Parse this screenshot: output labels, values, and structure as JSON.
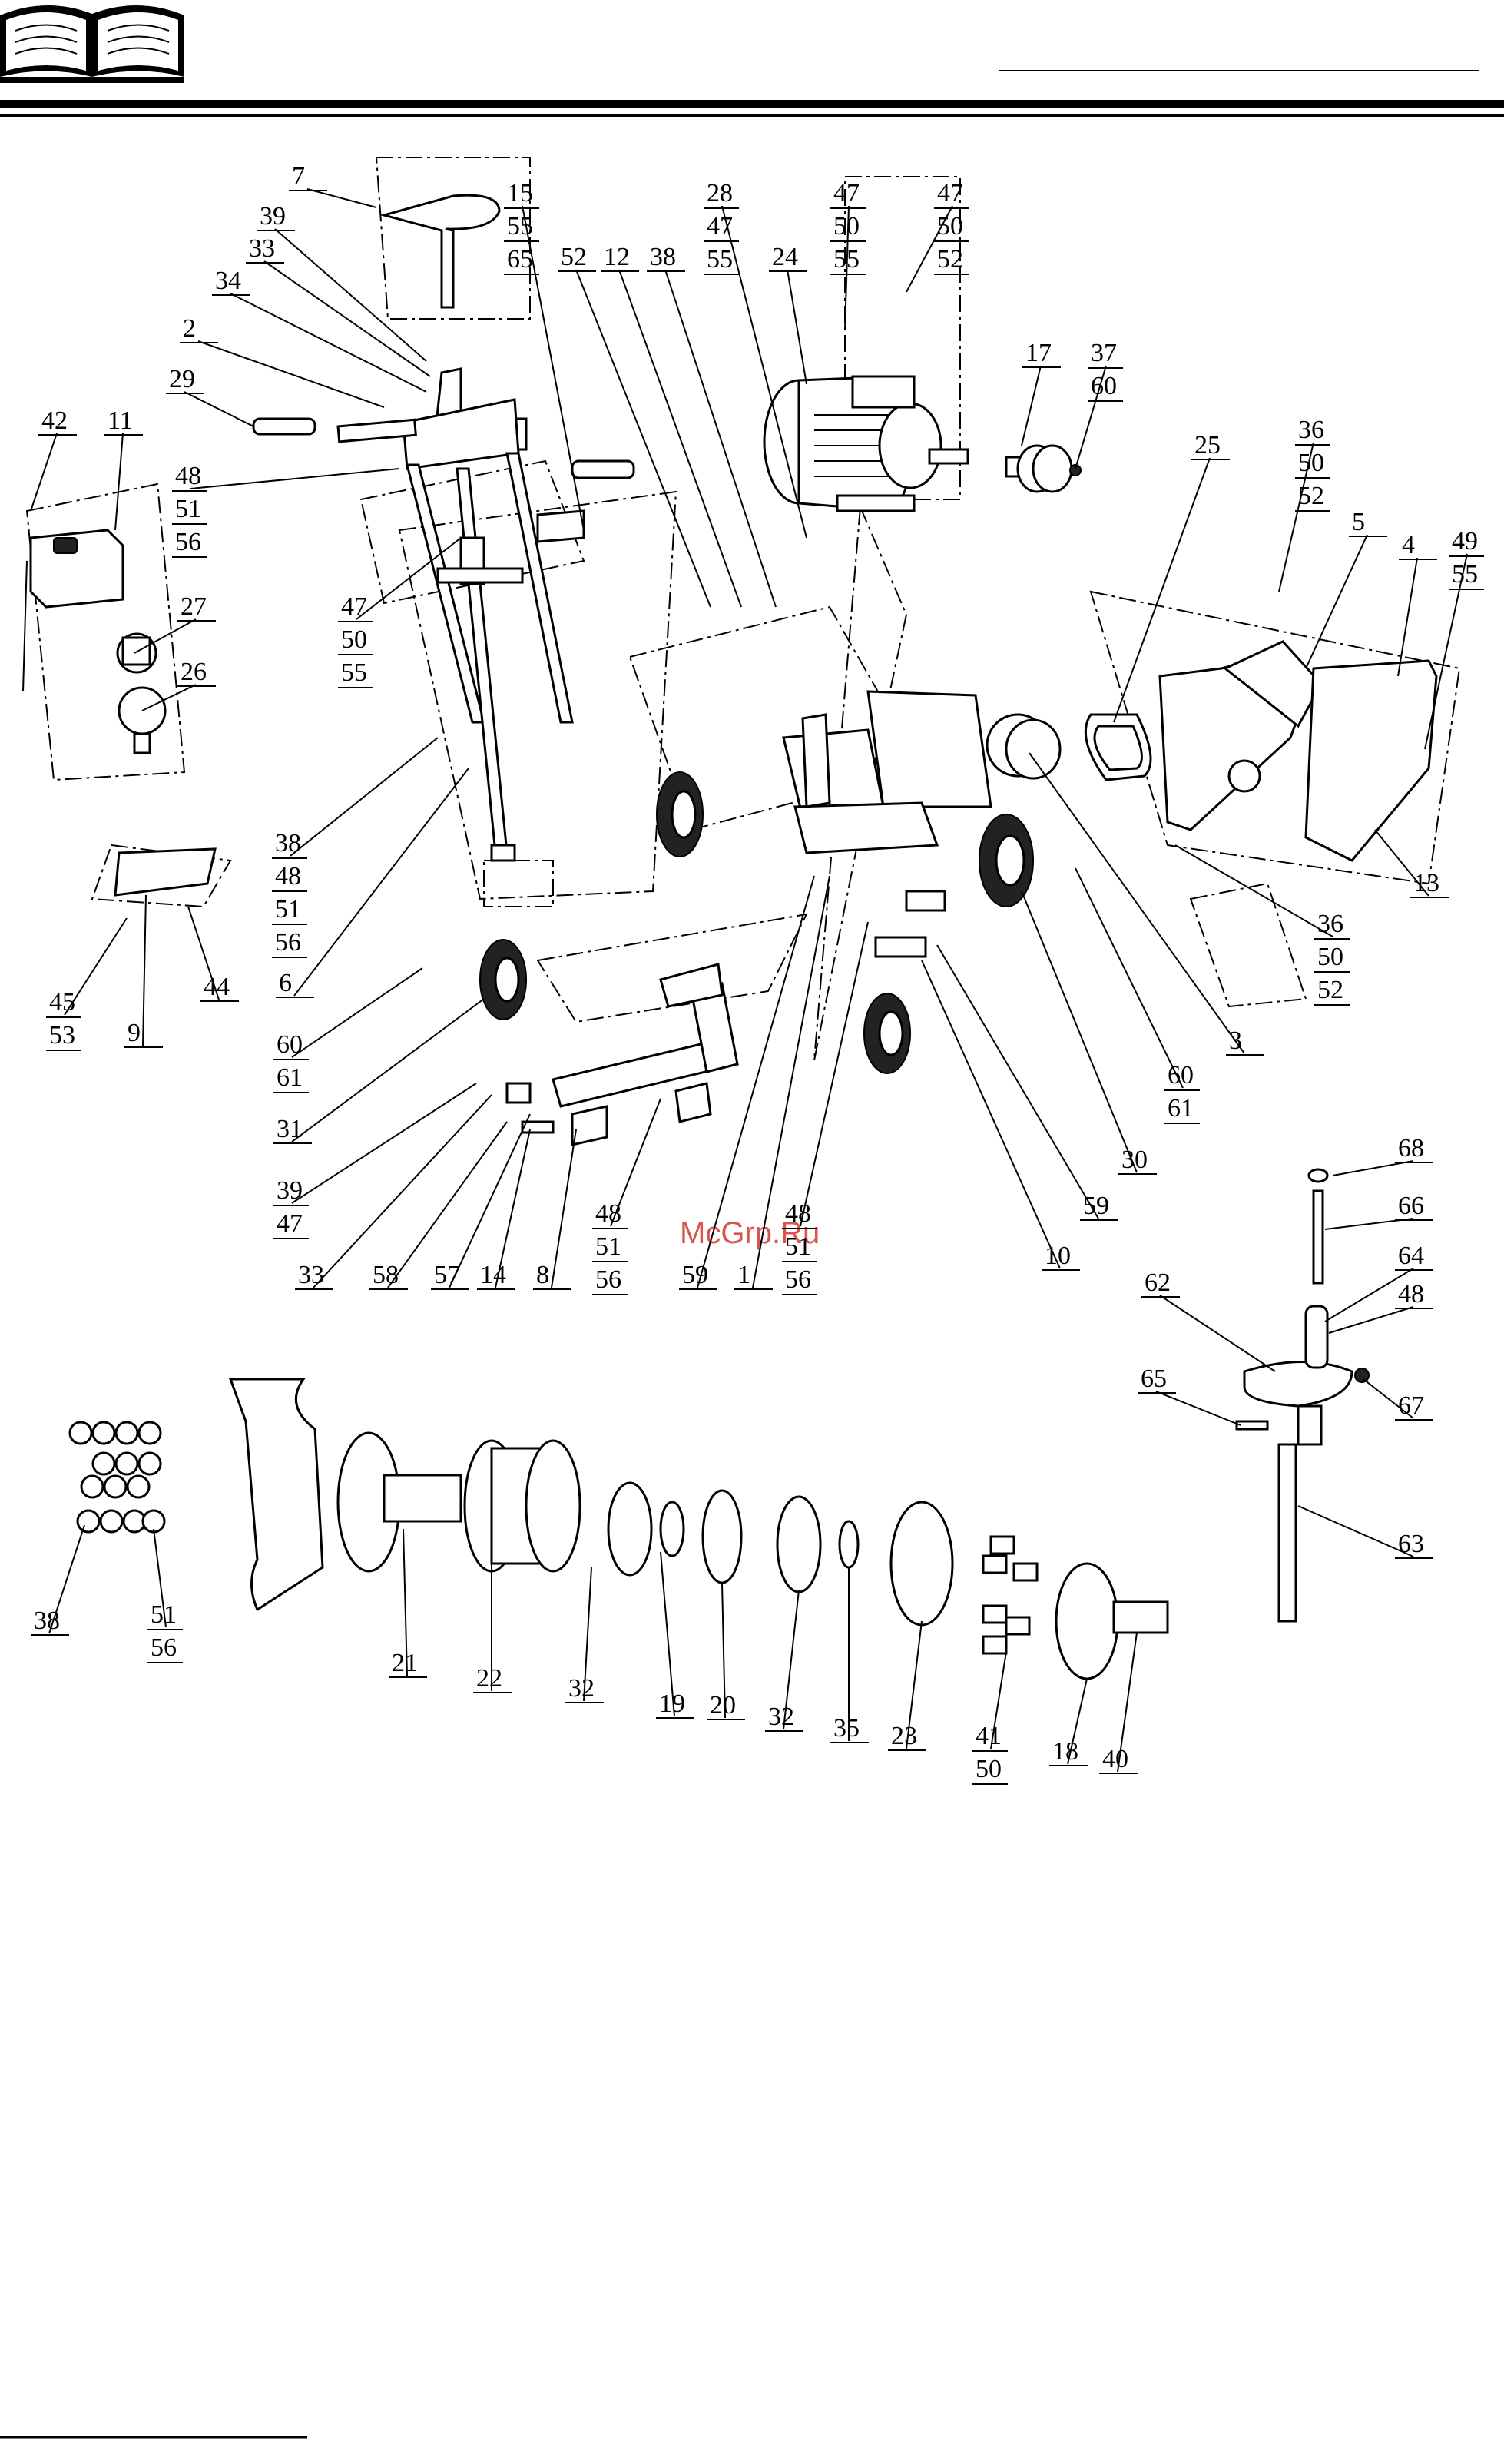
{
  "watermark": "McGrp.Ru",
  "colors": {
    "ink": "#000000",
    "watermark": "#d9534f",
    "paper": "#ffffff"
  },
  "icons": {
    "header": "open-book-icon"
  },
  "labels": [
    {
      "id": "l7",
      "groups": [
        "7"
      ]
    },
    {
      "id": "l39",
      "groups": [
        "39"
      ]
    },
    {
      "id": "l33a",
      "groups": [
        "33"
      ]
    },
    {
      "id": "l34",
      "groups": [
        "34"
      ]
    },
    {
      "id": "l2",
      "groups": [
        "2"
      ]
    },
    {
      "id": "l29",
      "groups": [
        "29"
      ]
    },
    {
      "id": "l42",
      "groups": [
        "42"
      ]
    },
    {
      "id": "l11",
      "groups": [
        "11"
      ]
    },
    {
      "id": "l48a",
      "groups": [
        "48",
        "51",
        "56"
      ]
    },
    {
      "id": "l27",
      "groups": [
        "27"
      ]
    },
    {
      "id": "l26",
      "groups": [
        "26"
      ]
    },
    {
      "id": "l47a",
      "groups": [
        "47",
        "50",
        "55"
      ]
    },
    {
      "id": "l15",
      "groups": [
        "15",
        "55",
        "65"
      ]
    },
    {
      "id": "l52a",
      "groups": [
        "52"
      ]
    },
    {
      "id": "l12",
      "groups": [
        "12"
      ]
    },
    {
      "id": "l38a",
      "groups": [
        "38"
      ]
    },
    {
      "id": "l28",
      "groups": [
        "28",
        "47",
        "55"
      ]
    },
    {
      "id": "l24",
      "groups": [
        "24"
      ]
    },
    {
      "id": "l47b",
      "groups": [
        "47",
        "50",
        "55"
      ]
    },
    {
      "id": "l47c",
      "groups": [
        "47",
        "50",
        "52"
      ]
    },
    {
      "id": "l17",
      "groups": [
        "17"
      ]
    },
    {
      "id": "l37",
      "groups": [
        "37",
        "60"
      ]
    },
    {
      "id": "l25",
      "groups": [
        "25"
      ]
    },
    {
      "id": "l36a",
      "groups": [
        "36",
        "50",
        "52"
      ]
    },
    {
      "id": "l5",
      "groups": [
        "5"
      ]
    },
    {
      "id": "l4",
      "groups": [
        "4"
      ]
    },
    {
      "id": "l49",
      "groups": [
        "49",
        "55"
      ]
    },
    {
      "id": "l13",
      "groups": [
        "13"
      ]
    },
    {
      "id": "l36b",
      "groups": [
        "36",
        "50",
        "52"
      ]
    },
    {
      "id": "l3",
      "groups": [
        "3"
      ]
    },
    {
      "id": "l60a",
      "groups": [
        "60",
        "61"
      ]
    },
    {
      "id": "l30",
      "groups": [
        "30"
      ]
    },
    {
      "id": "l59a",
      "groups": [
        "59"
      ]
    },
    {
      "id": "l10",
      "groups": [
        "10"
      ]
    },
    {
      "id": "l38b",
      "groups": [
        "38",
        "48",
        "51",
        "56"
      ]
    },
    {
      "id": "l6",
      "groups": [
        "6"
      ]
    },
    {
      "id": "l44",
      "groups": [
        "44"
      ]
    },
    {
      "id": "l45",
      "groups": [
        "45",
        "53"
      ]
    },
    {
      "id": "l9",
      "groups": [
        "9"
      ]
    },
    {
      "id": "l60b",
      "groups": [
        "60",
        "61"
      ]
    },
    {
      "id": "l31",
      "groups": [
        "31"
      ]
    },
    {
      "id": "l39b",
      "groups": [
        "39",
        "47"
      ]
    },
    {
      "id": "l33b",
      "groups": [
        "33"
      ]
    },
    {
      "id": "l58",
      "groups": [
        "58"
      ]
    },
    {
      "id": "l57",
      "groups": [
        "57"
      ]
    },
    {
      "id": "l14",
      "groups": [
        "14"
      ]
    },
    {
      "id": "l8",
      "groups": [
        "8"
      ]
    },
    {
      "id": "l48b",
      "groups": [
        "48",
        "51",
        "56"
      ]
    },
    {
      "id": "l59b",
      "groups": [
        "59"
      ]
    },
    {
      "id": "l1",
      "groups": [
        "1"
      ]
    },
    {
      "id": "l48c",
      "groups": [
        "48",
        "51",
        "56"
      ]
    },
    {
      "id": "l68",
      "groups": [
        "68"
      ]
    },
    {
      "id": "l66",
      "groups": [
        "66"
      ]
    },
    {
      "id": "l64",
      "groups": [
        "64"
      ]
    },
    {
      "id": "l62",
      "groups": [
        "62"
      ]
    },
    {
      "id": "l48d",
      "groups": [
        "48"
      ]
    },
    {
      "id": "l65",
      "groups": [
        "65"
      ]
    },
    {
      "id": "l67",
      "groups": [
        "67"
      ]
    },
    {
      "id": "l63",
      "groups": [
        "63"
      ]
    },
    {
      "id": "l38c",
      "groups": [
        "38"
      ]
    },
    {
      "id": "l51",
      "groups": [
        "51",
        "56"
      ]
    },
    {
      "id": "l21",
      "groups": [
        "21"
      ]
    },
    {
      "id": "l22",
      "groups": [
        "22"
      ]
    },
    {
      "id": "l32a",
      "groups": [
        "32"
      ]
    },
    {
      "id": "l19",
      "groups": [
        "19"
      ]
    },
    {
      "id": "l20",
      "groups": [
        "20"
      ]
    },
    {
      "id": "l32b",
      "groups": [
        "32"
      ]
    },
    {
      "id": "l35",
      "groups": [
        "35"
      ]
    },
    {
      "id": "l23",
      "groups": [
        "23"
      ]
    },
    {
      "id": "l41",
      "groups": [
        "41",
        "50"
      ]
    },
    {
      "id": "l18",
      "groups": [
        "18"
      ]
    },
    {
      "id": "l40",
      "groups": [
        "40"
      ]
    }
  ]
}
